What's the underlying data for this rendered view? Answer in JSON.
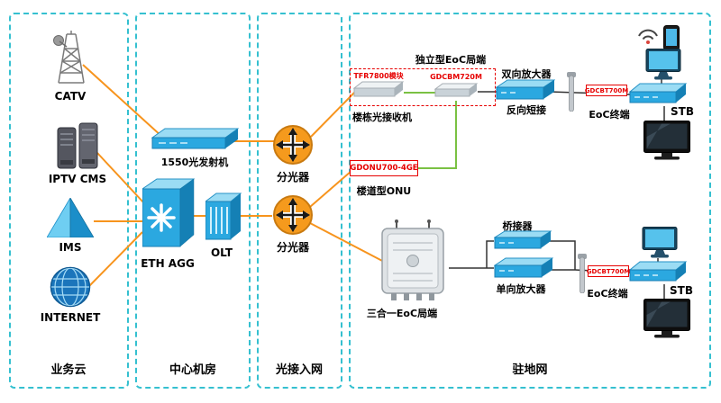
{
  "sections": {
    "cloud": "业务云",
    "central": "中心机房",
    "optical": "光接入网",
    "premises": "驻地网"
  },
  "cloud": {
    "catv": "CATV",
    "iptv_cms": "IPTV CMS",
    "ims": "IMS",
    "internet": "INTERNET"
  },
  "central": {
    "transmitter_1550": "1550光发射机",
    "eth_agg": "ETH AGG",
    "olt": "OLT"
  },
  "optical": {
    "splitter_top": "分光器",
    "splitter_bottom": "分光器"
  },
  "premises": {
    "standalone_eoc_headend": "独立型EoC局端",
    "tfr7800": "TFR7800模块",
    "gdcbm720m": "GDCBM720M",
    "building_optical_receiver": "楼栋光接收机",
    "bidirectional_amplifier": "双向放大器",
    "reverse_short": "反向短接",
    "eoc_terminal_top": "EoC终端",
    "stb_top": "STB",
    "model_top": "GDCBT700M",
    "gdonu": "GDONU700-4GE",
    "corridor_onu": "楼道型ONU",
    "three_in_one_headend": "三合一EoC局端",
    "bridge": "桥接器",
    "unidirectional_amplifier": "单向放大器",
    "eoc_terminal_bottom": "EoC终端",
    "stb_bottom": "STB",
    "model_bottom": "GDCBT700M"
  },
  "icons": {
    "catv": "antenna-tower-icon",
    "iptv_cms": "server-stack-icon",
    "ims": "pyramid-icon",
    "internet": "globe-icon",
    "splitter": "four-way-arrow-circle-icon",
    "eth_agg": "asterisk-switch-cube-icon",
    "wifi": "wifi-icon"
  },
  "colors": {
    "section_border": "#35C0D0",
    "line_orange": "#F7941D",
    "line_green": "#7AC143",
    "device_blue": "#2BA8E0",
    "highlight_red": "#E60000"
  }
}
